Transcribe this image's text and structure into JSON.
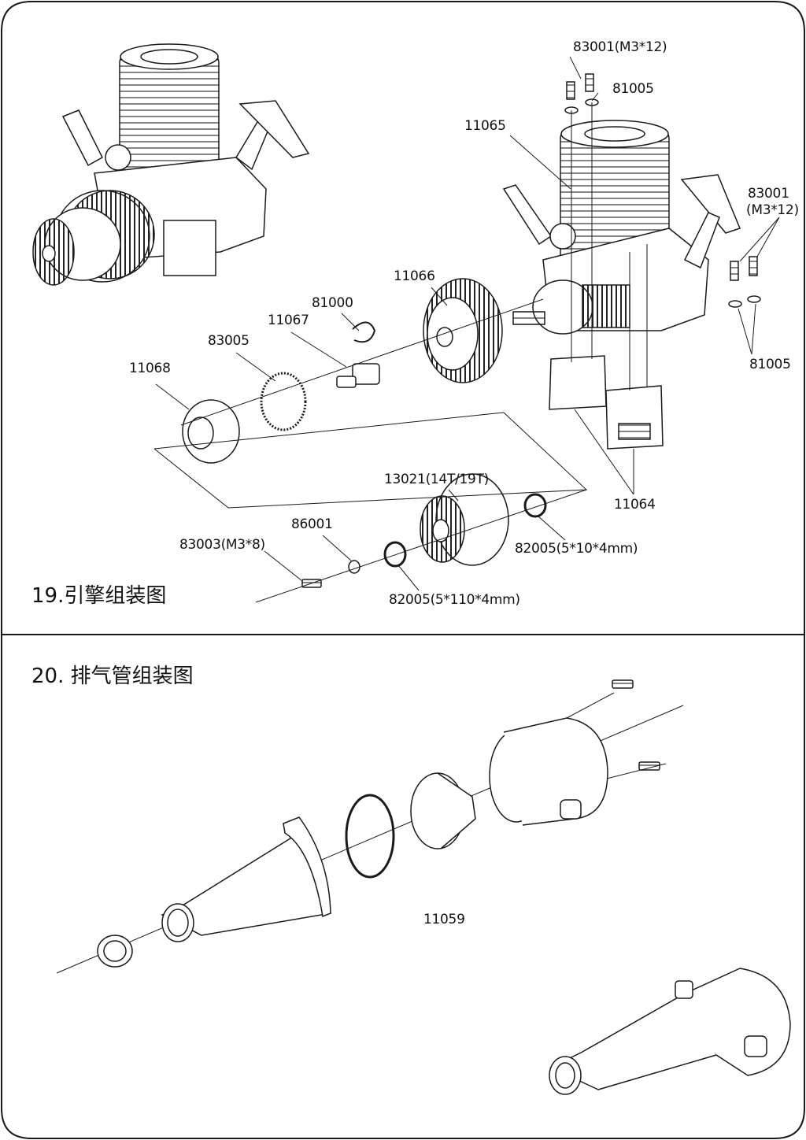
{
  "section19": {
    "title": "19.引擎组装图",
    "labels": {
      "p83001_top": "83001(M3*12)",
      "p81005_top": "81005",
      "p11065": "11065",
      "p83001_right": "83001",
      "p83001_right_size": "(M3*12)",
      "p11066": "11066",
      "p81000": "81000",
      "p11067": "11067",
      "p83005": "83005",
      "p11068": "11068",
      "p81005_right": "81005",
      "p13021": "13021(14T/19T)",
      "p11064": "11064",
      "p86001": "86001",
      "p83003": "83003(M3*8)",
      "p82005_a": "82005(5*10*4mm)",
      "p82005_b": "82005(5*110*4mm)"
    }
  },
  "section20": {
    "title": "20. 排气管组装图",
    "labels": {
      "p11059": "11059"
    }
  },
  "colors": {
    "line": "#1a1a1a",
    "paper": "#ffffff",
    "shade": "#d9d9d9"
  }
}
